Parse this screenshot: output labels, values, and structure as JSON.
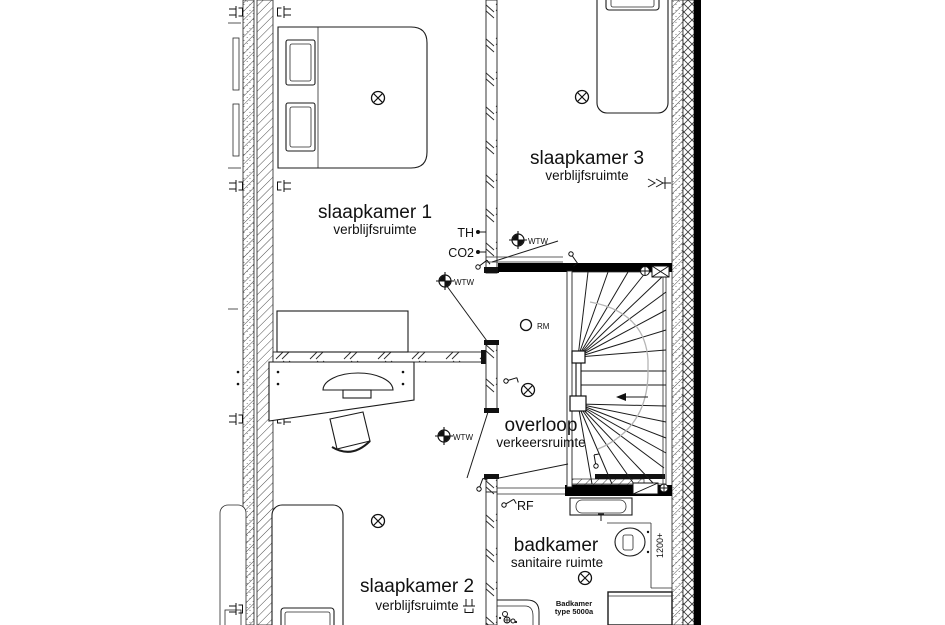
{
  "plan": {
    "background": "#ffffff",
    "line_color": "#1b1b1b",
    "wall_black": "#000000",
    "walkline_color": "#b5b5b5",
    "rooms": {
      "slaapkamer1": {
        "name": "slaapkamer 1",
        "type": "verblijfsruimte"
      },
      "slaapkamer2": {
        "name": "slaapkamer 2",
        "type": "verblijfsruimte"
      },
      "slaapkamer3": {
        "name": "slaapkamer 3",
        "type": "verblijfsruimte"
      },
      "overloop": {
        "name": "overloop",
        "type": "verkeersruimte"
      },
      "badkamer": {
        "name": "badkamer",
        "type": "sanitaire ruimte"
      }
    },
    "annotations": {
      "thermostat": "TH",
      "co2": "CO2",
      "wtw": "WTW",
      "rm": "RM",
      "rf": "RF",
      "height": "1200+",
      "bath_line1": "Badkamer",
      "bath_line2": "type 5000a"
    }
  }
}
